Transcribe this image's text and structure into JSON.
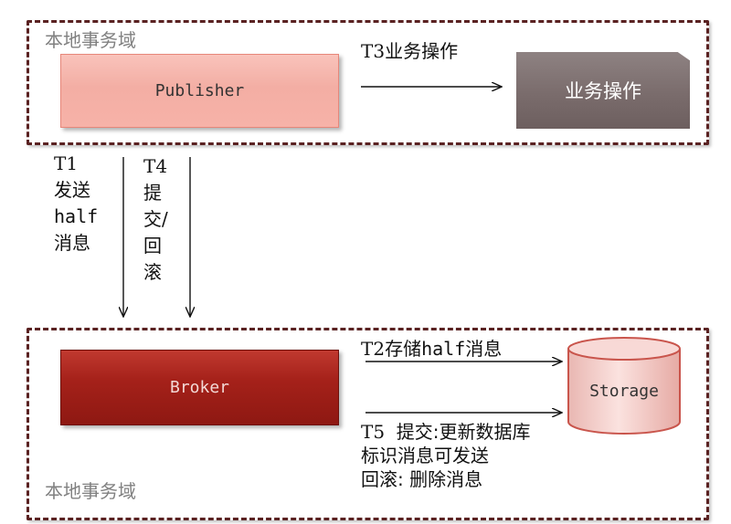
{
  "domains": {
    "top_label": "本地事务域",
    "bottom_label": "本地事务域"
  },
  "publisher": {
    "label": "Publisher"
  },
  "business_op": {
    "label": "业务操作"
  },
  "broker": {
    "label": "Broker"
  },
  "storage": {
    "label": "Storage"
  },
  "t1": {
    "step": "T1",
    "line1": "发送",
    "line2": "half",
    "line3": "消息"
  },
  "t4": {
    "step": "T4",
    "line1": "提",
    "line2": "交/",
    "line3": "回",
    "line4": "滚"
  },
  "t3": {
    "step": "T3",
    "text": "业务操作"
  },
  "t2": {
    "step": "T2",
    "text1": "存储",
    "text2": "half",
    "text3": "消息"
  },
  "t5": {
    "step": "T5",
    "line1": "提交:更新数据库",
    "line2": "标识消息可发送",
    "line3": "回滚: 删除消息"
  },
  "colors": {
    "domain_border": "#5a2222",
    "publisher_fill": "#f3aea4",
    "business_fill": "#7a6c6c",
    "broker_fill": "#a5211a",
    "storage_fill": "#f5cfcc"
  }
}
